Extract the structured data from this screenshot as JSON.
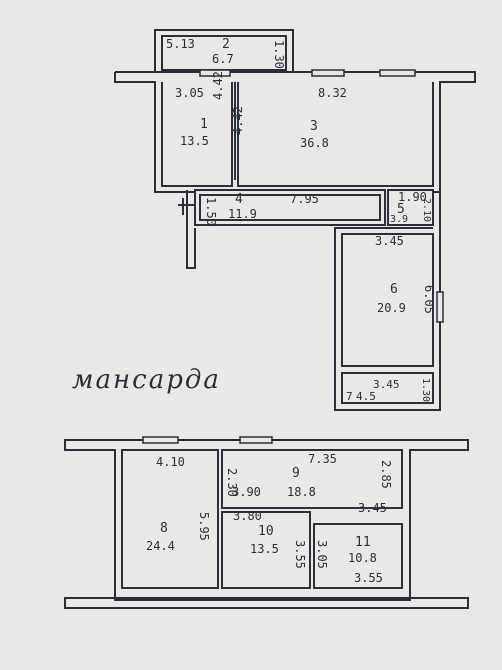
{
  "floor_label": "мансарда",
  "rooms": [
    {
      "num": "2",
      "area": "6.7",
      "w": "5.13",
      "h": "1.30"
    },
    {
      "num": "1",
      "area": "13.5",
      "w": "3.05",
      "h": "4.42"
    },
    {
      "num": "3",
      "area": "36.8",
      "w": "8.32",
      "h": "4.42"
    },
    {
      "num": "4",
      "area": "11.9",
      "w": "7.95",
      "h": "1.50"
    },
    {
      "num": "5",
      "area": "3.9",
      "w": "1.90",
      "h": "2.10"
    },
    {
      "num": "6",
      "area": "20.9",
      "w": "3.45",
      "h": "6.05"
    },
    {
      "num": "7",
      "area": "4.5",
      "w": "3.45",
      "h": "1.30"
    },
    {
      "num": "8",
      "area": "24.4",
      "w": "4.10",
      "h": "5.95"
    },
    {
      "num": "9",
      "area": "18.8",
      "w": "7.35",
      "h": "2.30",
      "w2": "3.90",
      "h2": "2.85"
    },
    {
      "num": "10",
      "area": "13.5",
      "w": "3.80",
      "h": "3.55"
    },
    {
      "num": "11",
      "area": "10.8",
      "w": "3.45",
      "h": "3.05",
      "w2": "3.55"
    }
  ]
}
